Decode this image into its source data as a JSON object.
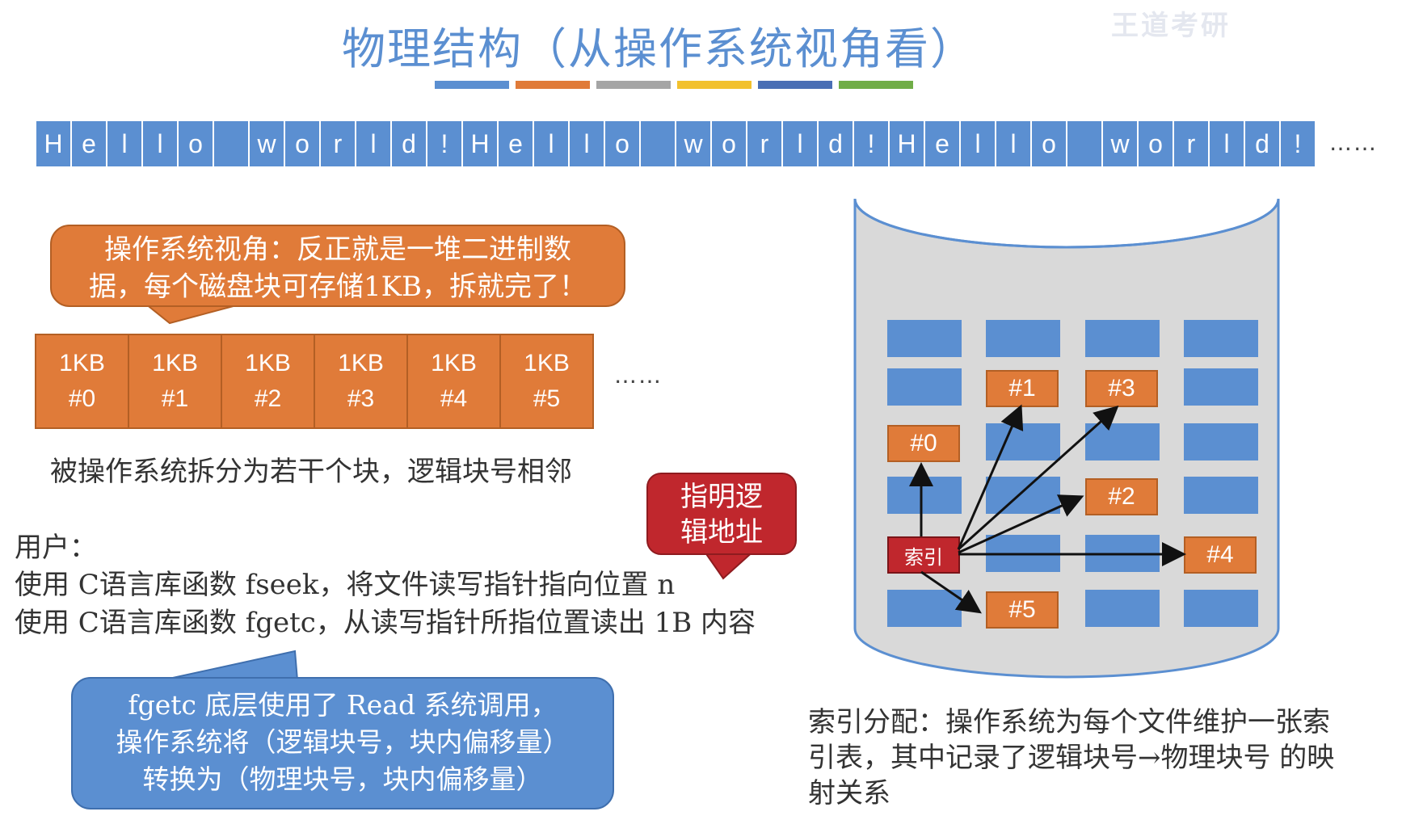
{
  "title": "物理结构（从操作系统视角看）",
  "watermark": "王道考研",
  "title_bar_colors": [
    "#5b8fd1",
    "#e07b39",
    "#a5a5a5",
    "#f2c12e",
    "#4a6fb5",
    "#70ad47"
  ],
  "colors": {
    "block_blue": "#5b8fd1",
    "block_orange": "#e07b39",
    "index_red": "#c0272d",
    "disk_gray": "#d9d9d9"
  },
  "byte_cells": [
    "H",
    "e",
    "l",
    "l",
    "o",
    " ",
    "w",
    "o",
    "r",
    "l",
    "d",
    "!",
    "H",
    "e",
    "l",
    "l",
    "o",
    " ",
    "w",
    "o",
    "r",
    "l",
    "d",
    "!",
    "H",
    "e",
    "l",
    "l",
    "o",
    " ",
    "w",
    "o",
    "r",
    "l",
    "d",
    "!"
  ],
  "byte_row_ellipsis": "……",
  "os_bubble": {
    "line1": "操作系统视角：反正就是一堆二进制数",
    "line2": "据，每个磁盘块可存储1KB，拆就完了！"
  },
  "kb_blocks": [
    {
      "size": "1KB",
      "id": "#0"
    },
    {
      "size": "1KB",
      "id": "#1"
    },
    {
      "size": "1KB",
      "id": "#2"
    },
    {
      "size": "1KB",
      "id": "#3"
    },
    {
      "size": "1KB",
      "id": "#4"
    },
    {
      "size": "1KB",
      "id": "#5"
    }
  ],
  "kb_ellipsis": "……",
  "split_caption": "被操作系统拆分为若干个块，逻辑块号相邻",
  "user": {
    "label": "用户：",
    "line1": "使用 C语言库函数 fseek，将文件读写指针指向位置 n",
    "line2": "使用 C语言库函数 fgetc，从读写指针所指位置读出 1B 内容"
  },
  "red_bubble": {
    "line1": "指明逻",
    "line2": "辑地址"
  },
  "blue_bubble": {
    "line1": "fgetc 底层使用了 Read 系统调用，",
    "line2": "操作系统将（逻辑块号，块内偏移量）",
    "line3": "转换为（物理块号，块内偏移量）"
  },
  "disk": {
    "index_label": "索引",
    "physical_blocks": [
      "#0",
      "#1",
      "#2",
      "#3",
      "#4",
      "#5"
    ]
  },
  "index_caption": {
    "line1": "索引分配：操作系统为每个文件维护一张索",
    "line2": "引表，其中记录了逻辑块号→物理块号 的映",
    "line3": "射关系"
  }
}
